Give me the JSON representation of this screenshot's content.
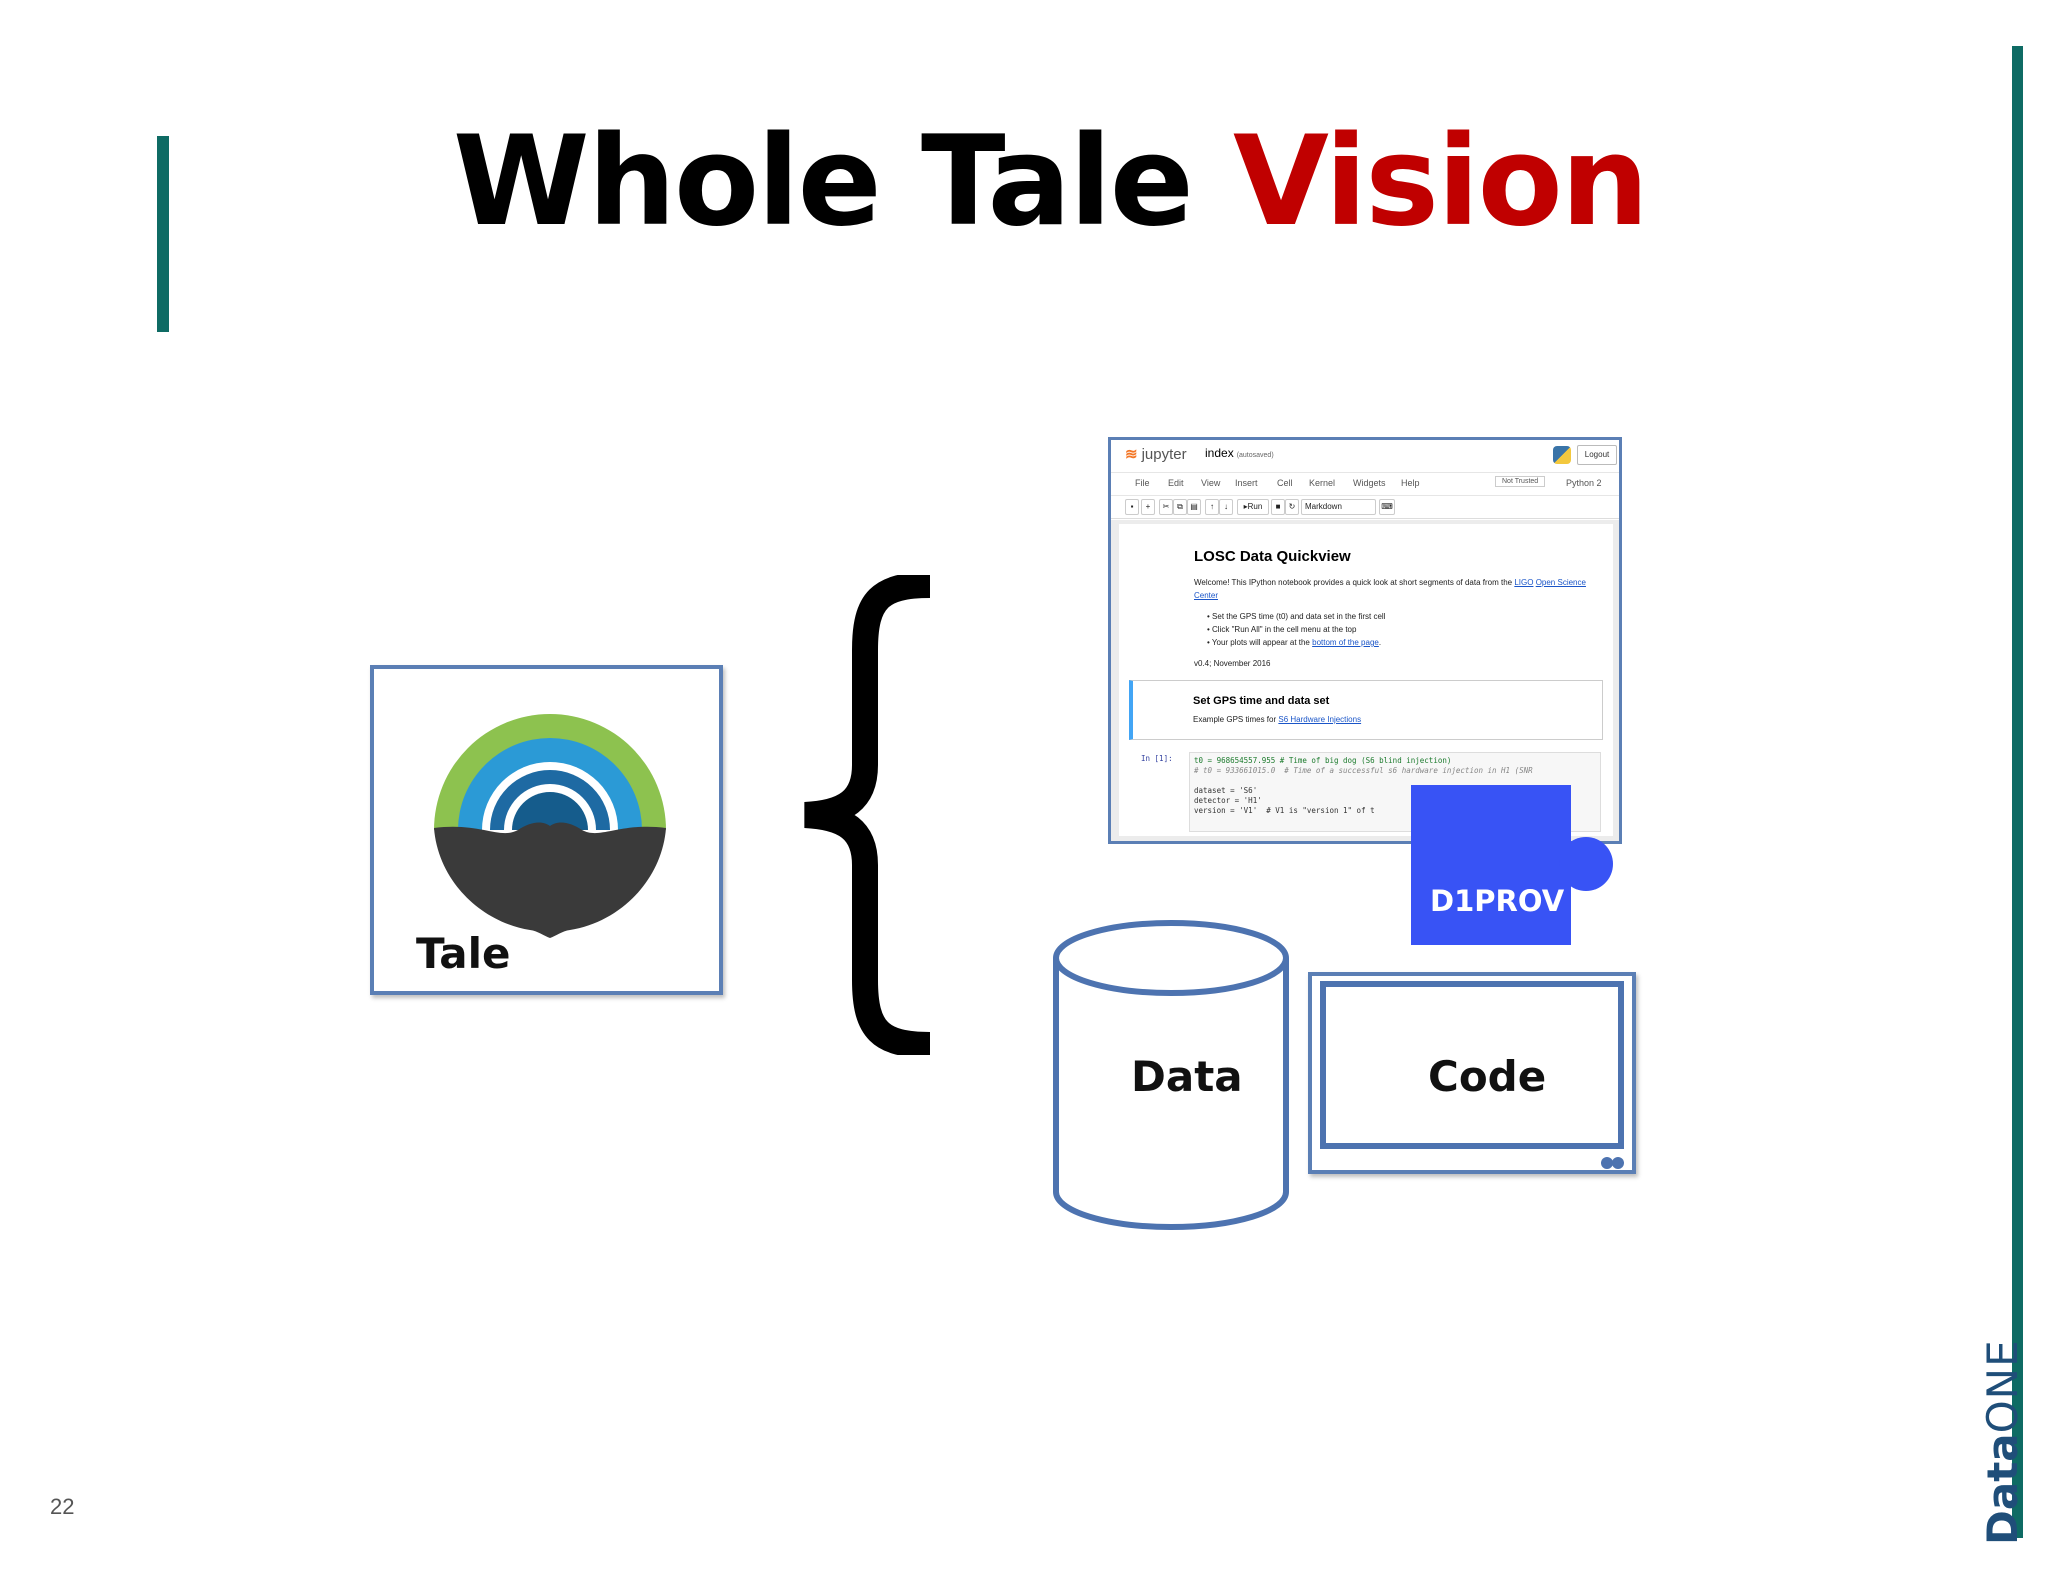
{
  "slide": {
    "title_main": "Whole Tale",
    "title_accent": "Vision",
    "page_number": "22",
    "accent_color": "#c00000",
    "bar_color": "#0e6b64"
  },
  "tale": {
    "label": "Tale",
    "icon": "whole-tale-logo-icon"
  },
  "jupyter": {
    "brand": "jupyter",
    "notebook_name": "index",
    "autosave": "(autosaved)",
    "logout": "Logout",
    "menu": [
      "File",
      "Edit",
      "View",
      "Insert",
      "Cell",
      "Kernel",
      "Widgets",
      "Help"
    ],
    "trust": "Not Trusted",
    "kernel": "Python 2",
    "toolbar_run": "Run",
    "cell_type": "Markdown",
    "heading": "LOSC Data Quickview",
    "intro_text": "Welcome! This IPython notebook provides a quick look at short segments of data from the",
    "intro_link_1": "LIGO",
    "intro_link_2": "Open Science Center",
    "bullets": [
      "Set the GPS time (t0) and data set in the first cell",
      "Click \"Run All\" in the cell menu at the top",
      "Your plots will appear at the"
    ],
    "bullet_link": "bottom of the page",
    "version": "v0.4; November 2016",
    "section_heading": "Set GPS time and data set",
    "section_text": "Example GPS times for",
    "section_link": "S6 Hardware Injections",
    "prompt": "In [1]:",
    "code_lines": [
      "t0 = 968654557.955 # Time of big dog (S6 blind injection)",
      "# t0 = 933661015.0  # Time of a successful s6 hardware injection in H1 (SNR",
      "",
      "dataset = 'S6'",
      "detector = 'H1'",
      "version = 'V1'  # V1 is \"version 1\" of t"
    ]
  },
  "prov": {
    "label": "D1PROV",
    "color": "#3853f5"
  },
  "data_block": {
    "label": "Data"
  },
  "code_block": {
    "label": "Code"
  },
  "logo": {
    "brand_data": "Data",
    "brand_one": "ONE"
  }
}
